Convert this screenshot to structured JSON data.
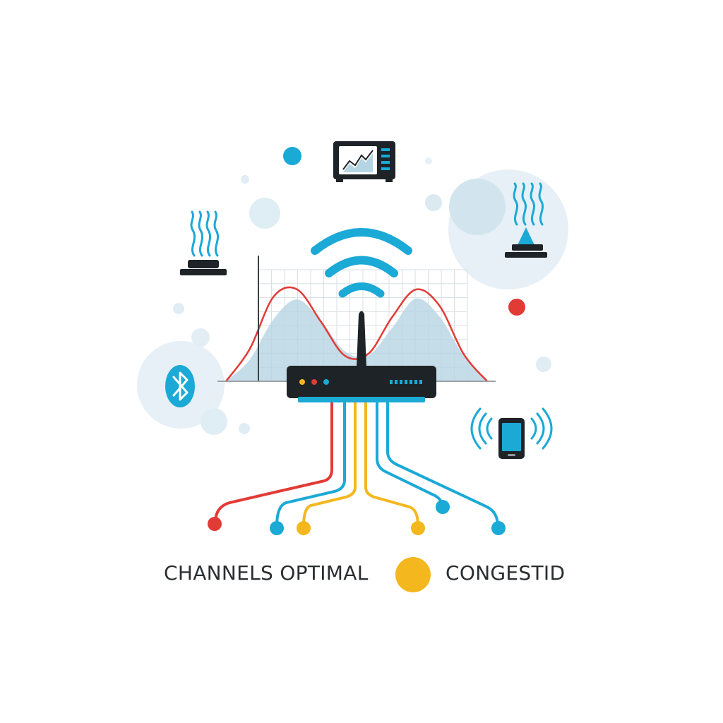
{
  "colors": {
    "blue": "#1ba9d6",
    "red": "#e23b36",
    "yellow": "#f4b81e",
    "dark": "#1e2327",
    "bubble": "#d7e8f1",
    "grid": "#d9dfe3",
    "area": "#b6d5e3",
    "text": "#2a2e31"
  },
  "legend": {
    "left_label": "CHANNELS OPTIMAL",
    "right_label": "CONGESTID",
    "marker_color": "#f4b81e"
  },
  "icons": {
    "top": "microwave-monitor-icon",
    "left": "heat-source-icon",
    "right": "heat-source-icon",
    "bluetooth": "bluetooth-icon",
    "phone": "smartphone-signal-icon",
    "router": "wifi-router-icon",
    "wifi": "wifi-signal-icon"
  },
  "chart_data": {
    "type": "area",
    "series": [
      {
        "values": [
          0.0,
          0.25,
          0.72,
          0.95,
          0.7,
          0.35,
          0.3,
          0.62,
          0.96,
          0.75,
          0.3,
          0.02
        ],
        "color": "#b6d5e3",
        "kind": "area"
      },
      {
        "values": [
          0.0,
          0.35,
          0.92,
          1.0,
          0.65,
          0.28,
          0.3,
          0.7,
          1.0,
          0.82,
          0.3,
          0.0
        ],
        "color": "#e23b36",
        "kind": "line"
      }
    ],
    "grid": true,
    "xlabel": "",
    "ylabel": "",
    "ylim": [
      0,
      1
    ]
  }
}
